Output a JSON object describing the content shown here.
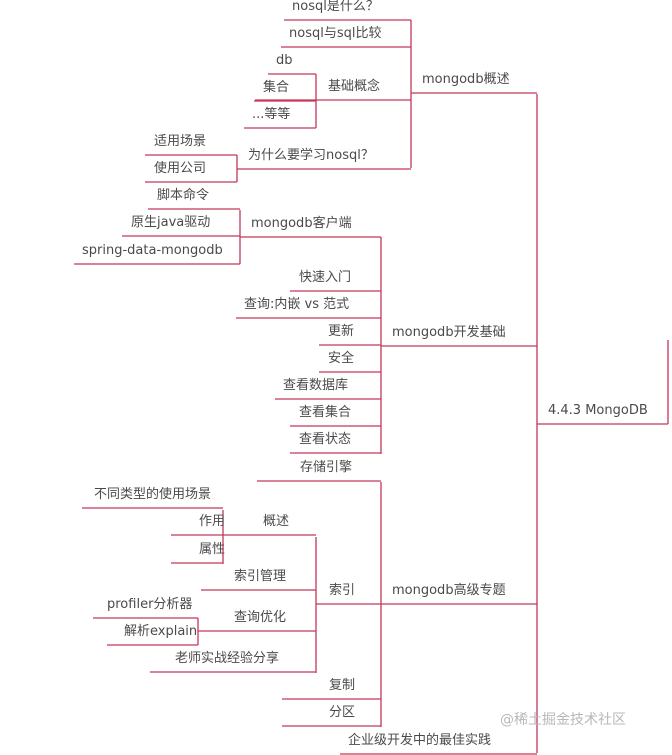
{
  "line_color": "#c4375a",
  "root": "4.4.3 MongoDB",
  "overview": {
    "label": "mongodb概述",
    "what_is_nosql": "nosql是什么？",
    "nosql_vs_sql": "nosql与sql比较",
    "basic_concepts": {
      "label": "基础概念",
      "items": [
        "db",
        "集合",
        "...等等"
      ]
    },
    "why_nosql": {
      "label": "为什么要学习nosql？",
      "items": [
        "适用场景",
        "使用公司"
      ]
    }
  },
  "dev_basics": {
    "label": "mongodb开发基础",
    "client": {
      "label": "mongodb客户端",
      "items": [
        "脚本命令",
        "原生java驱动",
        "spring-data-mongodb"
      ]
    },
    "items": [
      "快速入门",
      "查询:内嵌 vs 范式",
      "更新",
      "安全",
      "查看数据库",
      "查看集合",
      "查看状态"
    ]
  },
  "advanced": {
    "label": "mongodb高级专题",
    "storage_engine": "存储引擎",
    "index": {
      "label": "索引",
      "overview": {
        "label": "概述",
        "items": [
          "不同类型的使用场景",
          "作用",
          "属性"
        ]
      },
      "management": "索引管理",
      "query_opt": {
        "label": "查询优化",
        "items": [
          "profiler分析器",
          "解析explain"
        ]
      },
      "experience": "老师实战经验分享"
    },
    "replication": "复制",
    "sharding": "分区"
  },
  "best_practice": "企业级开发中的最佳实践",
  "watermark": "@稀土掘金技术社区"
}
